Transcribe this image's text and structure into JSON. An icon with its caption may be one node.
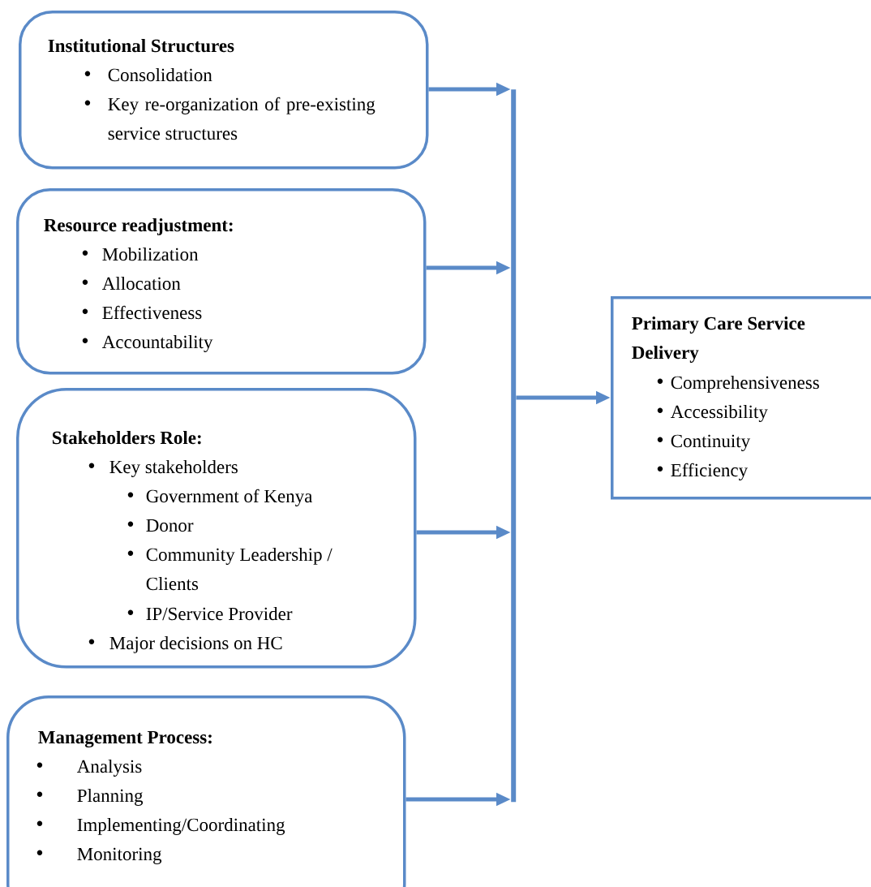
{
  "diagram": {
    "nodes": [
      {
        "text": [
          "Institutional Structures",
          "Consolidation",
          "Key re-organization of pre-existing service structures"
        ]
      },
      {
        "text": [
          "Resource readjustment:",
          "Mobilization",
          "Allocation",
          "Effectiveness",
          "Accountability"
        ]
      },
      {
        "text": [
          "Stakeholders Role:",
          "Key stakeholders",
          "Government of Kenya",
          "Donor",
          "Community Leadership / Clients",
          "IP/Service Provider",
          "Major decisions on HC"
        ]
      },
      {
        "text": [
          "Management Process:",
          "Analysis",
          "Planning",
          "Implementing/Coordinating",
          "Monitoring"
        ]
      },
      {
        "text": [],
        "shape": "bar"
      },
      {
        "text": [
          "Primary Care Service Delivery",
          "Comprehensiveness",
          "Accessibility",
          "Continuity",
          "Efficiency"
        ]
      }
    ],
    "edges": [
      {
        "from": 0,
        "to": 4,
        "arrow": "to"
      },
      {
        "from": 1,
        "to": 4,
        "arrow": "to"
      },
      {
        "from": 2,
        "to": 4,
        "arrow": "to"
      },
      {
        "from": 3,
        "to": 4,
        "arrow": "to"
      },
      {
        "from": 4,
        "to": 5,
        "arrow": "to"
      }
    ]
  }
}
